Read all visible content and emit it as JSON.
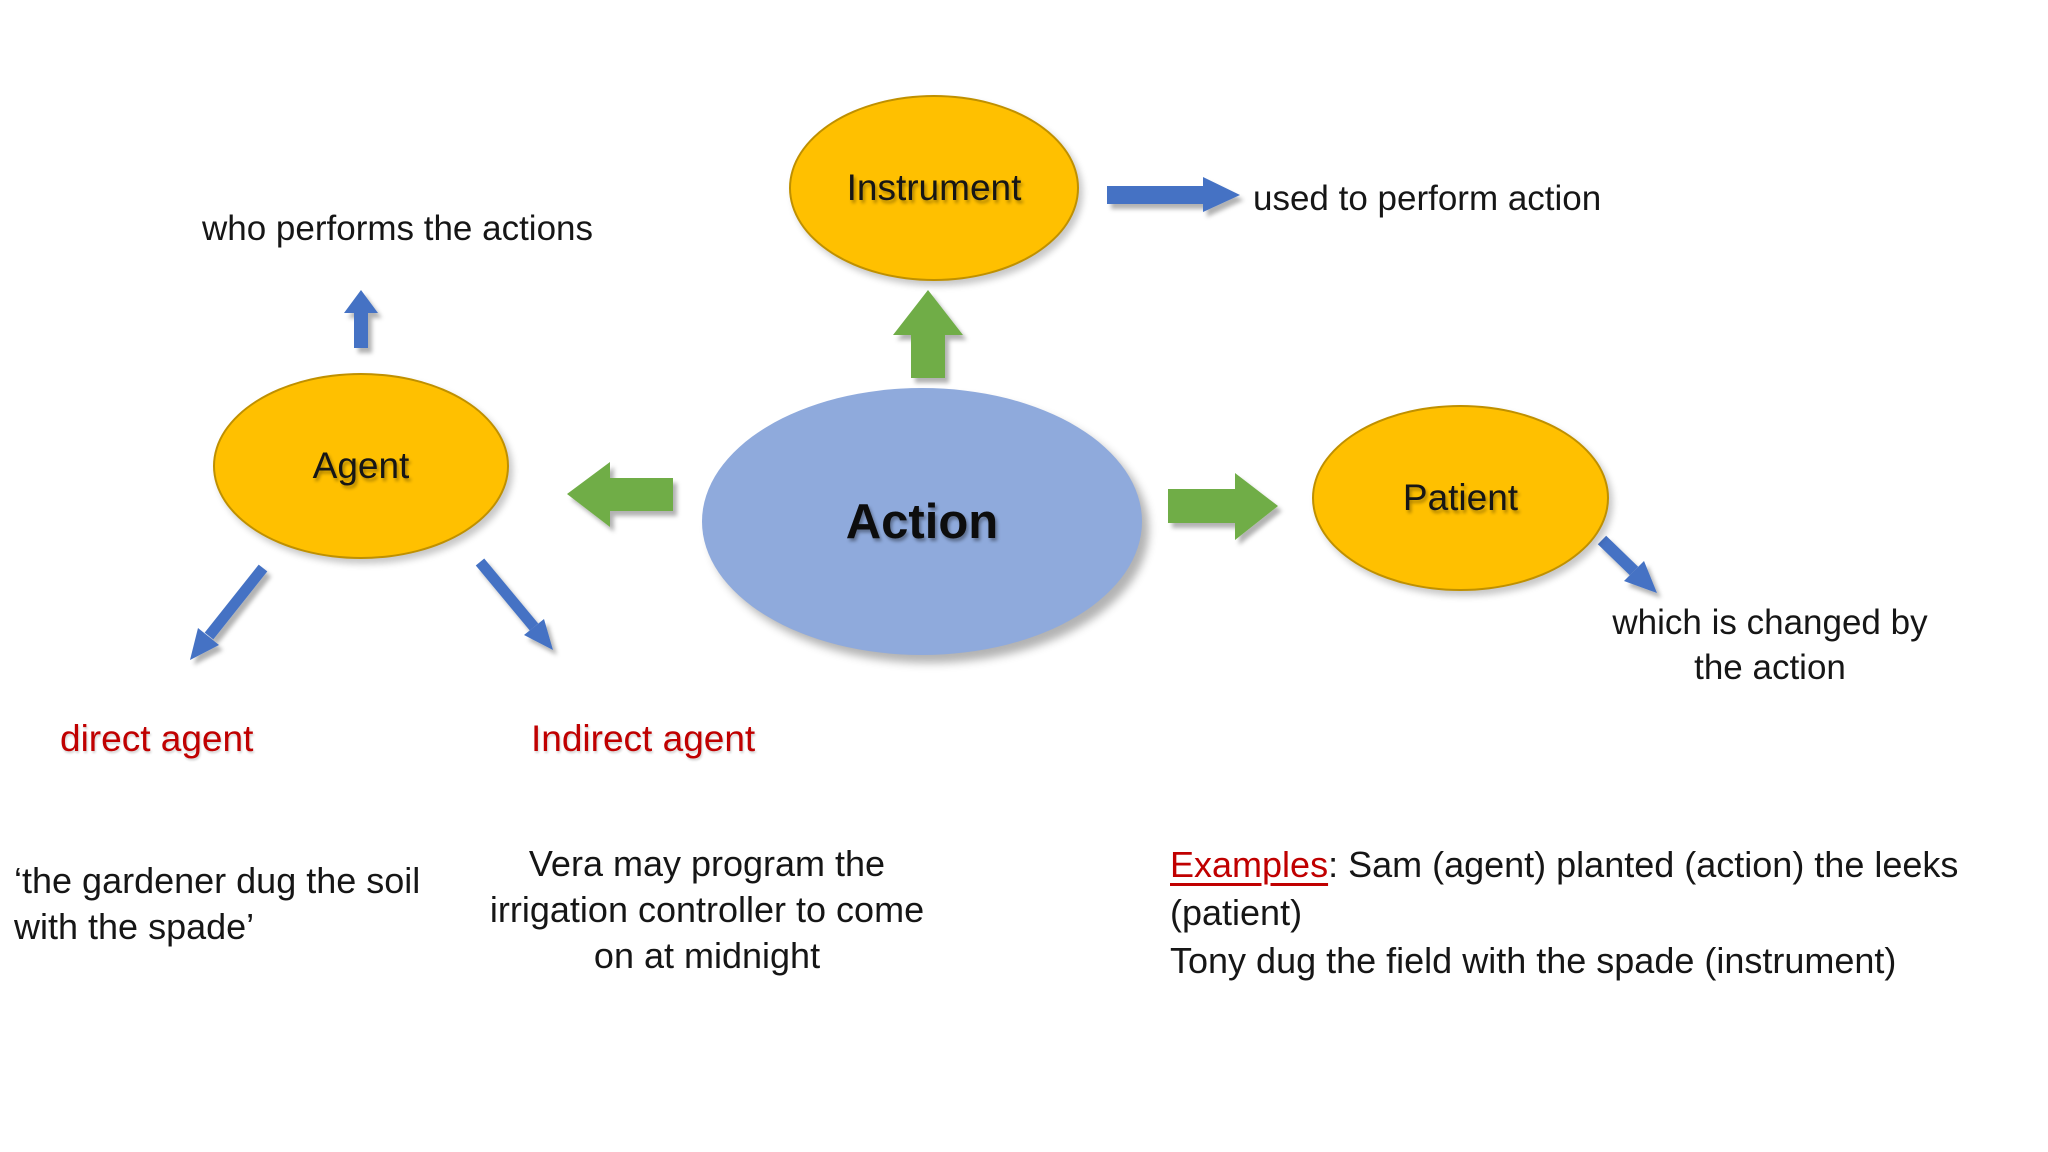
{
  "diagram": {
    "center_node": {
      "label": "Action"
    },
    "nodes": {
      "instrument": {
        "label": "Instrument"
      },
      "agent": {
        "label": "Agent"
      },
      "patient": {
        "label": "Patient"
      }
    },
    "labels": {
      "who_performs": "who performs the actions",
      "used_to_perform": "used to perform action",
      "which_changed_l1": "which is changed by",
      "which_changed_l2": "the action",
      "direct_agent": "direct agent",
      "indirect_agent": "Indirect agent"
    },
    "examples": {
      "gardener_l1": "‘the gardener dug the soil",
      "gardener_l2": "with the spade’",
      "vera_l1": "Vera may program the",
      "vera_l2": "irrigation controller to come",
      "vera_l3": "on at midnight",
      "heading": "Examples",
      "heading_rest": ": Sam (agent) planted (action) the leeks",
      "line2": "(patient)",
      "line3": "Tony dug the field with the spade (instrument)"
    },
    "colors": {
      "node_fill": "#FFC000",
      "node_border": "#BF9000",
      "action_fill": "#8FAADC",
      "green_arrow": "#70AD47",
      "blue_arrow": "#4472C4",
      "red_text": "#C00000"
    }
  }
}
